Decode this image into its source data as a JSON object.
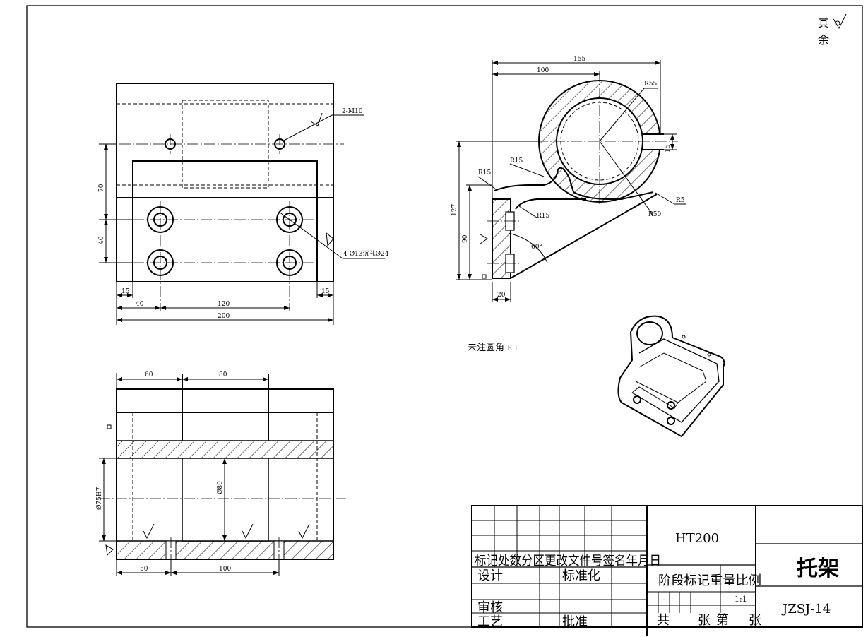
{
  "corner_note": {
    "line1": "其",
    "line2": "余"
  },
  "front_view": {
    "thread_note": "2-M10",
    "hole_note": "4-Ø13沉孔Ø24",
    "dim_70": "70",
    "dim_40_vertical": "40",
    "dim_15_left": "15",
    "dim_15_right": "15",
    "dim_40": "40",
    "dim_120": "120",
    "dim_200": "200"
  },
  "side_view": {
    "dim_155": "155",
    "dim_100": "100",
    "r55": "R55",
    "r15_top": "R15",
    "r15_left": "R15",
    "r15_bottom": "R15",
    "r50": "R50",
    "r5": "R5",
    "dim_15": "15",
    "dim_127": "127",
    "dim_90": "90",
    "angle_60": "60°",
    "dim_20": "20"
  },
  "top_view": {
    "dim_60": "60",
    "dim_80": "80",
    "dia_75": "Ø75H7",
    "dia_80": "Ø80",
    "dim_50": "50",
    "dim_100": "100"
  },
  "note": {
    "label": "未注圆角",
    "value": "R3"
  },
  "title_block": {
    "material": "HT200",
    "part_name": "托架",
    "drawing_number": "JZSJ-14",
    "scale": "1:1",
    "revision_header": "标记处数分区更改文件号签名年月日",
    "design": "设计",
    "standardization": "标准化",
    "review": "审核",
    "process": "工艺",
    "approve": "批准",
    "stage_header": "阶段标记重量比例",
    "sheet_total": "共",
    "sheet_unit1": "张",
    "sheet_of": "第",
    "sheet_unit2": "张"
  }
}
